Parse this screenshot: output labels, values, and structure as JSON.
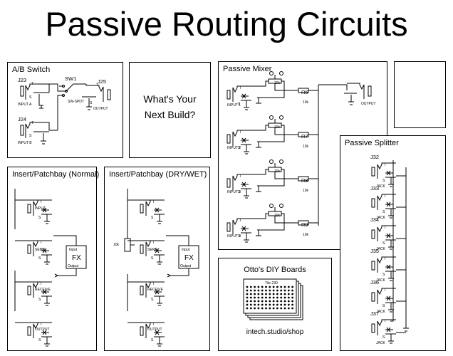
{
  "title": "Passive Routing Circuits",
  "panels": {
    "ab_switch": {
      "title": "A/B Switch",
      "labels": {
        "j23": "J23",
        "j24": "J24",
        "j25": "J25",
        "sw1": "SW1",
        "sw_part": "SW-SPDT",
        "input_a": "INPUT A",
        "input_b": "INPUT B",
        "output": "OUTPUT"
      }
    },
    "next_build": {
      "line1": "What's Your",
      "line2": "Next Build?"
    },
    "passive_mixer": {
      "title": "Passive Mixer",
      "labels": {
        "r6": "R6",
        "r7": "R7",
        "r8": "R8",
        "r9": "R9",
        "res": "10k",
        "pot": "10k",
        "input1": "INPUT 1",
        "input2": "INPUT 2",
        "input3": "INPUT 3",
        "input4": "INPUT 4",
        "output": "OUTPUT"
      }
    },
    "insert_normal": {
      "title": "Insert/Patchbay (Normal)",
      "labels": {
        "input": "INPUT",
        "send": "SEND",
        "receive": "RECEIVE",
        "output": "OUTPUT",
        "fx": "FX",
        "fx_in": "Input",
        "fx_out": "Output"
      }
    },
    "insert_drywet": {
      "title": "Insert/Patchbay (DRY/WET)",
      "labels": {
        "pot": "10k",
        "send": "SEND",
        "receive": "RECEIVE",
        "output": "OUTPUT",
        "fx": "FX",
        "fx_in": "Input",
        "fx_out": "Output"
      }
    },
    "passive_splitter": {
      "title": "Passive Splitter",
      "jacks": [
        "J32",
        "J33",
        "J34",
        "J35",
        "J36",
        "J37"
      ],
      "jack_label": "JACK"
    },
    "otto": {
      "title": "Otto's DIY Boards",
      "board_label": "Tile-230",
      "url": "intech.studio/shop"
    }
  },
  "pin_labels": {
    "tip": "T",
    "sleeve": "S",
    "switch": "X"
  }
}
